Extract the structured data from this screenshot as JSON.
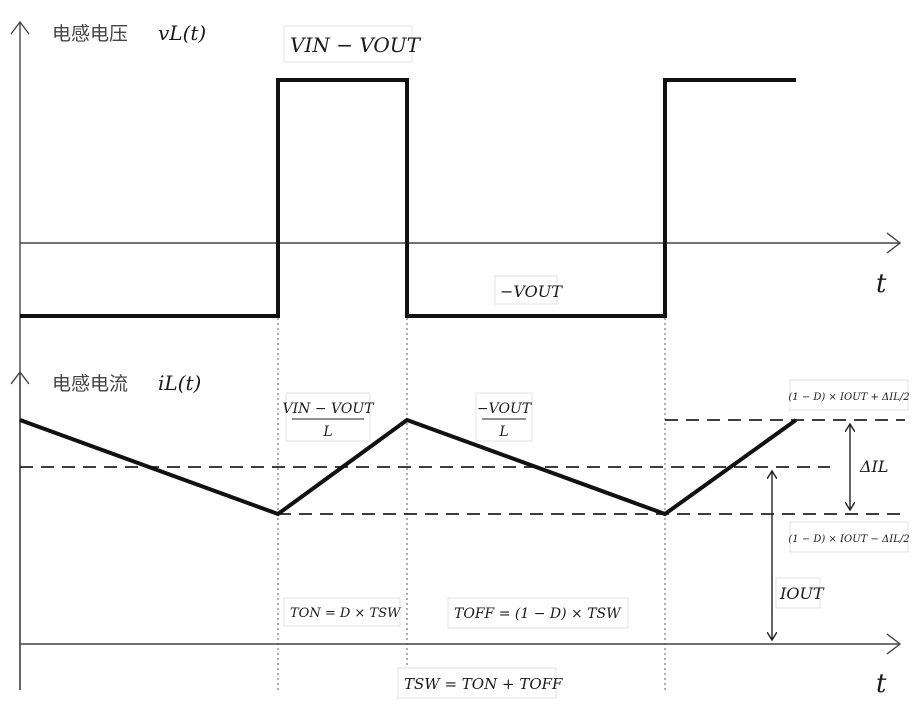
{
  "voltage_panel": {
    "title_cn": "电感电压",
    "title_symbol": "vL(t)",
    "high_label": "VIN − VOUT",
    "low_label": "−VOUT",
    "t_label": "t"
  },
  "current_panel": {
    "title_cn": "电感电流",
    "title_symbol": "iL(t)",
    "rise_slope_num": "VIN − VOUT",
    "rise_slope_den": "L",
    "fall_slope_num": "−VOUT",
    "fall_slope_den": "L",
    "upper_level_label": "(1 − D) × IOUT + ΔIL/2",
    "lower_level_label": "(1 − D) × IOUT − ΔIL/2",
    "ripple_label": "ΔIL",
    "iout_label": "IOUT",
    "ton_label": "TON = D × TSW",
    "toff_label": "TOFF = (1 − D) × TSW",
    "tsw_label": "TSW = TON + TOFF",
    "t_label": "t"
  },
  "colors": {
    "waveform": "#111111",
    "axis": "#444444",
    "text": "#1a1a1a"
  }
}
